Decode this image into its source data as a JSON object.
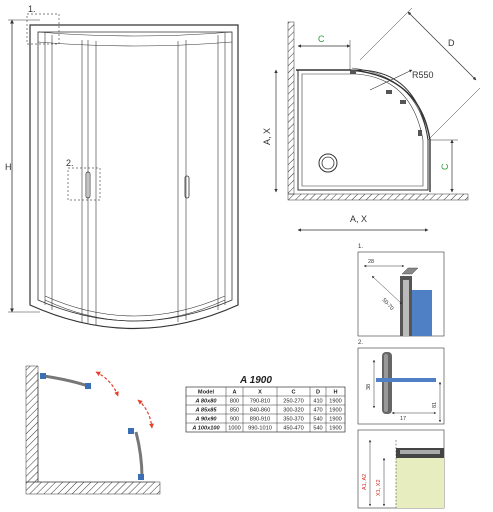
{
  "front_view": {
    "label_detail_1": "1.",
    "label_detail_2": "2.",
    "label_height": "H"
  },
  "plan_view": {
    "label_c_top": "C",
    "label_d": "D",
    "label_radius": "R550",
    "label_a_x_side": "A, X",
    "label_c_right": "C",
    "label_a_x_bottom": "A, X"
  },
  "detail_1": {
    "label": "1.",
    "dim_28": "28",
    "dim_50_70": "50-70"
  },
  "detail_2": {
    "label": "2.",
    "dim_38": "38",
    "dim_17": "17",
    "dim_81": "81"
  },
  "detail_3": {
    "label_a1_a2": "A1, A2",
    "label_x1_x2": "X1, X2"
  },
  "table": {
    "title": "A 1900",
    "headers": [
      "Model",
      "A",
      "X",
      "C",
      "D",
      "H"
    ],
    "rows": [
      [
        "A 80x80",
        "800",
        "790-810",
        "250-270",
        "410",
        "1900"
      ],
      [
        "A 85x85",
        "850",
        "840-860",
        "300-320",
        "470",
        "1900"
      ],
      [
        "A 90x90",
        "900",
        "890-910",
        "350-370",
        "540",
        "1900"
      ],
      [
        "A 100x100",
        "1000",
        "990-1010",
        "450-470",
        "540",
        "1900"
      ]
    ]
  },
  "colors": {
    "red_dim": "#d62a1e",
    "green_dim": "#2e9a3c",
    "line": "#333333",
    "hinge_blue": "#3b6fb5",
    "arrow_red": "#e0402c",
    "glass_blue": "#4f7fc4",
    "wall_fill": "#e8edc0"
  }
}
